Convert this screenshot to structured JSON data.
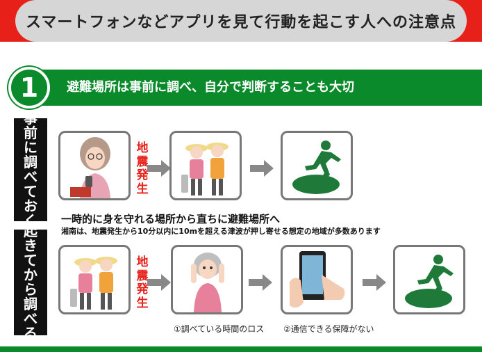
{
  "header": {
    "title": "スマートフォンなどアプリを見て行動を起こす人への注意点"
  },
  "section": {
    "number": "1",
    "title": "避難場所は事前に調べ、自分で判断することも大切"
  },
  "labels": {
    "before": [
      "事",
      "前",
      "に",
      "調",
      "べ",
      "て",
      "お",
      "く"
    ],
    "after": [
      "起",
      "き",
      "て",
      "か",
      "ら",
      "調",
      "べ",
      "る"
    ]
  },
  "earthquake": [
    "地",
    "震",
    "発",
    "生"
  ],
  "messages": {
    "line1": "一時的に身を守れる場所から直ちに避難場所へ",
    "line2": "湘南は、地震発生から10分以内に10mを超える津波が押し寄せる想定の地域が多数あります"
  },
  "captions": {
    "loss": "①調べている時間のロス",
    "guarantee": "②通信できる保障がない"
  },
  "colors": {
    "red": "#e8201a",
    "green": "#0a8a2a",
    "grey": "#d6d6d6"
  }
}
